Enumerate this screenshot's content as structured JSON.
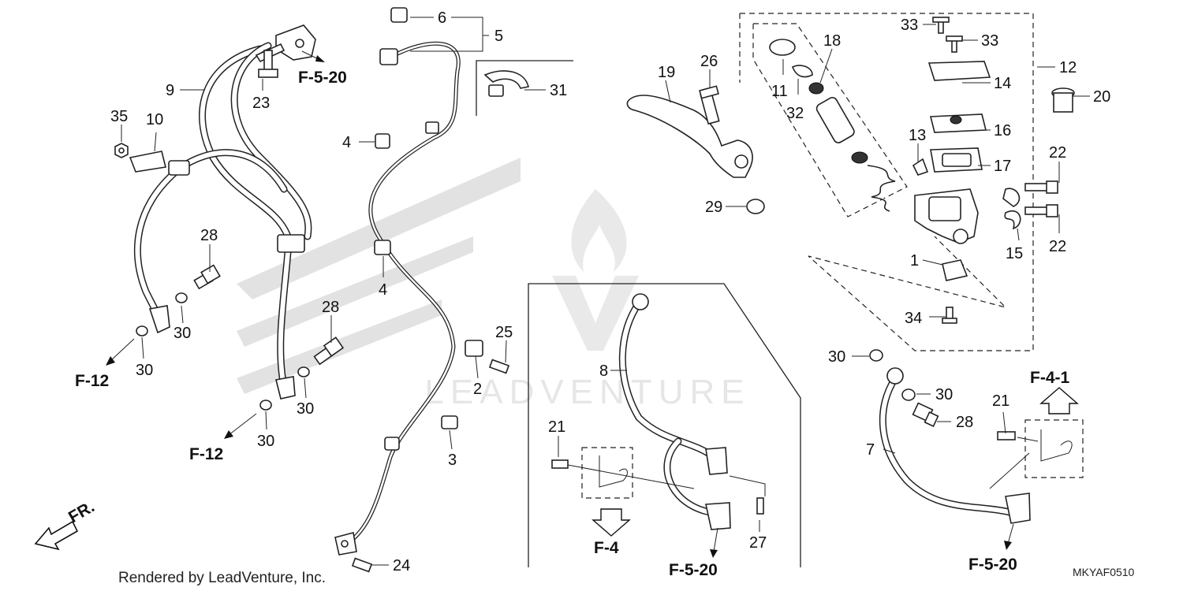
{
  "diagram_code": "MKYAF0510",
  "footer_credit": "Rendered by LeadVenture, Inc.",
  "watermark_text": "LEADVENTURE",
  "callouts": {
    "n1": "1",
    "n2": "2",
    "n3": "3",
    "n4a": "4",
    "n4b": "4",
    "n5": "5",
    "n6": "6",
    "n7": "7",
    "n8": "8",
    "n9": "9",
    "n10": "10",
    "n11": "11",
    "n12": "12",
    "n13": "13",
    "n14": "14",
    "n15": "15",
    "n16": "16",
    "n17": "17",
    "n18": "18",
    "n19": "19",
    "n20": "20",
    "n21a": "21",
    "n21b": "21",
    "n22a": "22",
    "n22b": "22",
    "n23": "23",
    "n24": "24",
    "n25": "25",
    "n26": "26",
    "n27": "27",
    "n28a": "28",
    "n28b": "28",
    "n28c": "28",
    "n29": "29",
    "n30a": "30",
    "n30b": "30",
    "n30c": "30",
    "n30d": "30",
    "n30e": "30",
    "n30f": "30",
    "n31": "31",
    "n32": "32",
    "n33a": "33",
    "n33b": "33",
    "n34": "34",
    "n35": "35"
  },
  "references": {
    "r1": "F-5-20",
    "r2": "F-12",
    "r3": "F-12",
    "r4": "F-4",
    "r5": "F-5-20",
    "r6": "F-5-20",
    "r7": "F-4-1"
  },
  "front_arrow_label": "FR."
}
